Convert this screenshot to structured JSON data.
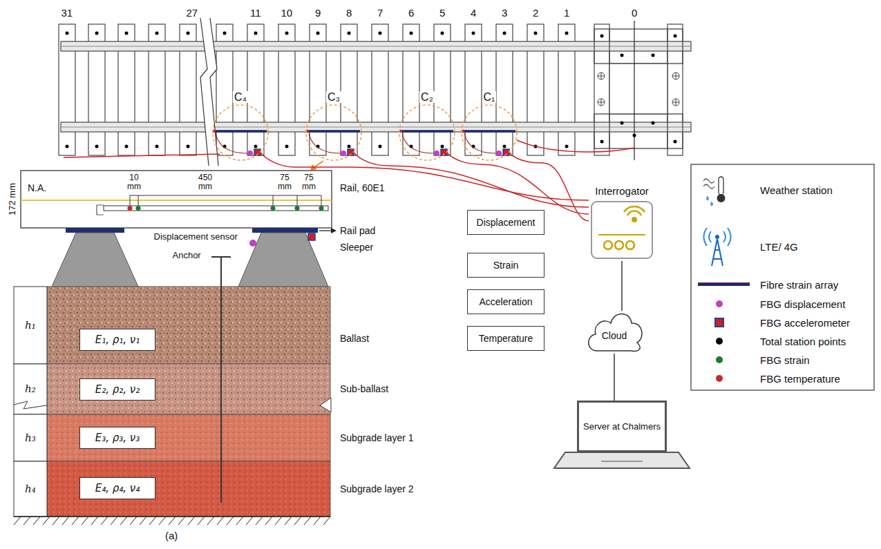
{
  "diagram": {
    "caption": "(a)",
    "nodes": [
      {
        "text": [
          "C₄"
        ]
      },
      {
        "text": [
          "C₃"
        ]
      },
      {
        "text": [
          "C₂"
        ]
      },
      {
        "text": [
          "C₁"
        ]
      },
      {
        "text": [
          "Displacement"
        ]
      },
      {
        "text": [
          "Strain"
        ]
      },
      {
        "text": [
          "Acceleration"
        ]
      },
      {
        "text": [
          "Temperature"
        ]
      },
      {
        "text": [
          "E₁, ρ₁, ν₁"
        ]
      },
      {
        "text": [
          "E₂, ρ₂, ν₂"
        ]
      },
      {
        "text": [
          "E₃, ρ₃, ν₃"
        ]
      },
      {
        "text": [
          "E₄, ρ₄, ν₄"
        ]
      },
      {
        "text": [
          "Interrogator"
        ]
      },
      {
        "text": [
          "Cloud"
        ]
      },
      {
        "text": [
          "Server at Chalmers"
        ]
      }
    ],
    "edges": [
      {
        "from": 0,
        "to": 12,
        "arrow": "none"
      },
      {
        "from": 1,
        "to": 12,
        "arrow": "none"
      },
      {
        "from": 2,
        "to": 12,
        "arrow": "none"
      },
      {
        "from": 3,
        "to": 12,
        "arrow": "none"
      },
      {
        "from": 12,
        "to": 13,
        "arrow": "none"
      },
      {
        "from": 13,
        "to": 14,
        "arrow": "none"
      }
    ],
    "labels": [
      "31",
      "27",
      "11",
      "10",
      "9",
      "8",
      "7",
      "6",
      "5",
      "4",
      "3",
      "2",
      "1",
      "0",
      "N.A.",
      "10 mm",
      "450 mm",
      "75 mm",
      "75 mm",
      "172 mm",
      "Rail, 60E1",
      "Displacement sensor",
      "Anchor",
      "Rail pad",
      "Sleeper",
      "Ballast",
      "Sub-ballast",
      "Subgrade layer 1",
      "Subgrade layer 2",
      "h₁",
      "h₂",
      "h₃",
      "h₄"
    ],
    "legend": [
      {
        "text": "Weather station"
      },
      {
        "text": "LTE/ 4G"
      },
      {
        "text": "Fibre strain array"
      },
      {
        "text": "FBG displacement",
        "color": "#c23fc2"
      },
      {
        "text": "FBG accelerometer"
      },
      {
        "text": "Total station points",
        "color": "#000000"
      },
      {
        "text": "FBG strain",
        "color": "#1b7a2e"
      },
      {
        "text": "FBG temperature",
        "color": "#c62828"
      }
    ]
  }
}
